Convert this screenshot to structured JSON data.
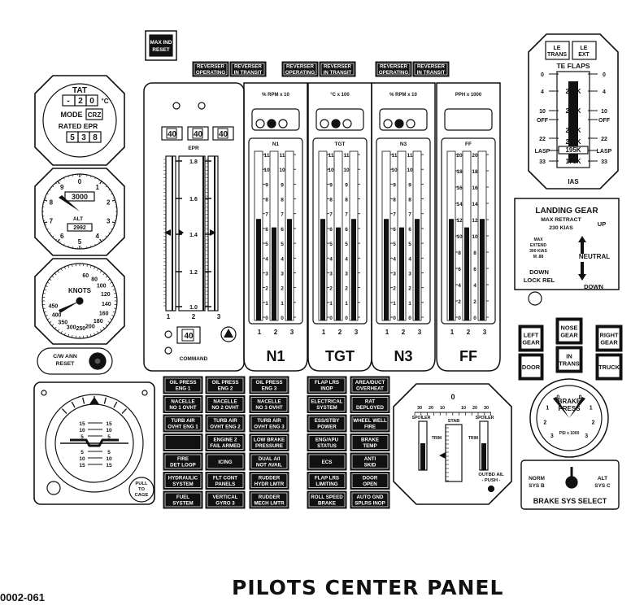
{
  "page_title": "PILOTS CENTER PANEL",
  "doc_id": "0002-061",
  "max_ind_reset": [
    "MAX IND",
    "RESET"
  ],
  "reverser_pairs": [
    [
      "REVERSER OPERATING",
      "REVERSER IN TRANSIT"
    ],
    [
      "REVERSER OPERATING",
      "REVERSER IN TRANSIT"
    ],
    [
      "REVERSER OPERATING",
      "REVERSER IN TRANSIT"
    ]
  ],
  "tat": {
    "title": "TAT",
    "value": "-20",
    "unit": "°C",
    "mode_label": "MODE",
    "mode_value": "CRZ",
    "rated_label": "RATED EPR",
    "rated_value": "538"
  },
  "altimeter": {
    "alt_label": "ALT",
    "readout": "3000",
    "baro": "2992"
  },
  "airspeed": {
    "label": "KNOTS",
    "ticks": [
      "60",
      "80",
      "100",
      "120",
      "140",
      "160",
      "180",
      "200",
      "250",
      "300",
      "350",
      "400",
      "450"
    ]
  },
  "cam_reset": [
    "C/W ANN",
    "RESET"
  ],
  "attitude": {
    "scale": [
      "15",
      "10",
      "5",
      "5",
      "10",
      "15"
    ]
  },
  "pull_to_cage": [
    "PULL",
    "TO",
    "CAGE"
  ],
  "epr": {
    "unit": "EPR",
    "readouts": [
      "40",
      "40",
      "40"
    ],
    "ticks": [
      "1.8",
      "1.6",
      "1.4",
      "1.2",
      "1.0"
    ],
    "bottom_readout": "40",
    "command": "COMMAND",
    "engines": [
      "1",
      "2",
      "3"
    ]
  },
  "gauges": [
    {
      "name": "N1",
      "unit": "% RPM x 10",
      "scale_name": "N1",
      "ticks": [
        "11",
        "10",
        "9",
        "8",
        "7",
        "6",
        "5",
        "4",
        "3",
        "2",
        "1",
        "0"
      ]
    },
    {
      "name": "TGT",
      "unit": "°C x 100",
      "scale_name": "TGT",
      "ticks": [
        "11",
        "10",
        "9",
        "8",
        "7",
        "6",
        "5",
        "4",
        "3",
        "2",
        "1",
        "0"
      ]
    },
    {
      "name": "N3",
      "unit": "% RPM x 10",
      "scale_name": "N3",
      "ticks": [
        "11",
        "10",
        "9",
        "8",
        "7",
        "6",
        "5",
        "4",
        "3",
        "2",
        "1",
        "0"
      ]
    },
    {
      "name": "FF",
      "unit": "PPH x 1000",
      "scale_name": "FF",
      "ticks": [
        "20",
        "18",
        "16",
        "14",
        "12",
        "10",
        "8",
        "6",
        "4",
        "2",
        "0"
      ]
    }
  ],
  "warning_columns": [
    [
      [
        "OIL PRESS",
        "ENG 1"
      ],
      [
        "NACELLE",
        "NO 1 OVHT"
      ],
      [
        "TURB AIR",
        "OVHT ENG 1"
      ],
      [
        "",
        ""
      ],
      [
        "FIRE",
        "DET LOOP"
      ],
      [
        "HYDRAULIC",
        "SYSTEM"
      ],
      [
        "FUEL",
        "SYSTEM"
      ]
    ],
    [
      [
        "OIL PRESS",
        "ENG 2"
      ],
      [
        "NACELLE",
        "NO 2 OVHT"
      ],
      [
        "TURB AIR",
        "OVHT ENG 2"
      ],
      [
        "ENGINE 2",
        "FAIL ARMED"
      ],
      [
        "ICING",
        ""
      ],
      [
        "FLT CONT",
        "PANELS"
      ],
      [
        "VERTICAL",
        "GYRO 3"
      ]
    ],
    [
      [
        "OIL PRESS",
        "ENG 3"
      ],
      [
        "NACELLE",
        "NO 3 OVHT"
      ],
      [
        "TURB AIR",
        "OVHT ENG 3"
      ],
      [
        "LOW BRAKE",
        "PRESSURE"
      ],
      [
        "DUAL A/I",
        "NOT AVAIL"
      ],
      [
        "RUDDER",
        "HYDR LMTR"
      ],
      [
        "RUDDER",
        "MECH LMTR"
      ]
    ],
    [
      [
        "FLAP LRS",
        "INOP"
      ],
      [
        "ELECTRICAL",
        "SYSTEM"
      ],
      [
        "ESS/STBY",
        "POWER"
      ],
      [
        "ENG/APU",
        "STATUS"
      ],
      [
        "ECS",
        ""
      ],
      [
        "FLAP LRS",
        "LIMITING"
      ],
      [
        "ROLL SPEED",
        "BRAKE"
      ]
    ],
    [
      [
        "AREA/DUCT",
        "OVERHEAT"
      ],
      [
        "RAT",
        "DEPLOYED"
      ],
      [
        "WHEEL WELL",
        "FIRE"
      ],
      [
        "BRAKE",
        "TEMP"
      ],
      [
        "ANTI",
        "SKID"
      ],
      [
        "DOOR",
        "OPEN"
      ],
      [
        "AUTO GND",
        "SPLRS INOP"
      ]
    ]
  ],
  "flaps": {
    "le_trans": [
      "LE",
      "TRANS"
    ],
    "le_ext": [
      "LE",
      "EXT"
    ],
    "title": "TE FLAPS",
    "left_ticks": [
      "0",
      "4",
      "10",
      "OFF",
      "22",
      "LASP",
      "33"
    ],
    "right_ticks": [
      "0",
      "4",
      "10",
      "OFF",
      "22",
      "LASP",
      "33"
    ],
    "speeds": [
      "250K",
      "230K",
      "210K",
      "205K",
      "195K",
      "170K"
    ],
    "unit": "IAS"
  },
  "landing_gear": {
    "title": "LANDING GEAR",
    "max_retract": [
      "MAX RETRACT",
      "230 KIAS"
    ],
    "max_extend": [
      "MAX",
      "EXTEND",
      "300 KIAS",
      "M .88"
    ],
    "up": "UP",
    "neutral": "NEUTRAL",
    "down": "DOWN",
    "down_lock_rel": [
      "DOWN",
      "LOCK REL"
    ]
  },
  "gear_lights": {
    "left_gear": [
      "LEFT",
      "GEAR"
    ],
    "nose_gear": [
      "NOSE",
      "GEAR"
    ],
    "right_gear": [
      "RIGHT",
      "GEAR"
    ],
    "door": "DOOR",
    "in_trans": [
      "IN",
      "TRANS"
    ],
    "truck": "TRUCK"
  },
  "flight_controls": {
    "top": "0",
    "scale": [
      "30",
      "20",
      "10",
      "10",
      "20",
      "30"
    ],
    "spoiler_left": "SPOILER",
    "spoiler_right": "SPOILER",
    "stab": "STAB",
    "trim_left": "TRIM",
    "trim_right": "TRIM",
    "outbd_ail": [
      "OUTBD AIL",
      "- PUSH -"
    ]
  },
  "brake_press": {
    "title": [
      "BRAKE",
      "PRESS"
    ],
    "unit": "PSI x 1000",
    "left": [
      "3",
      "2",
      "1",
      "0"
    ],
    "right": [
      "3",
      "2",
      "1",
      "0"
    ]
  },
  "brake_select": {
    "norm": [
      "NORM",
      "SYS B"
    ],
    "alt": [
      "ALT",
      "SYS C"
    ],
    "title": "BRAKE SYS SELECT"
  }
}
